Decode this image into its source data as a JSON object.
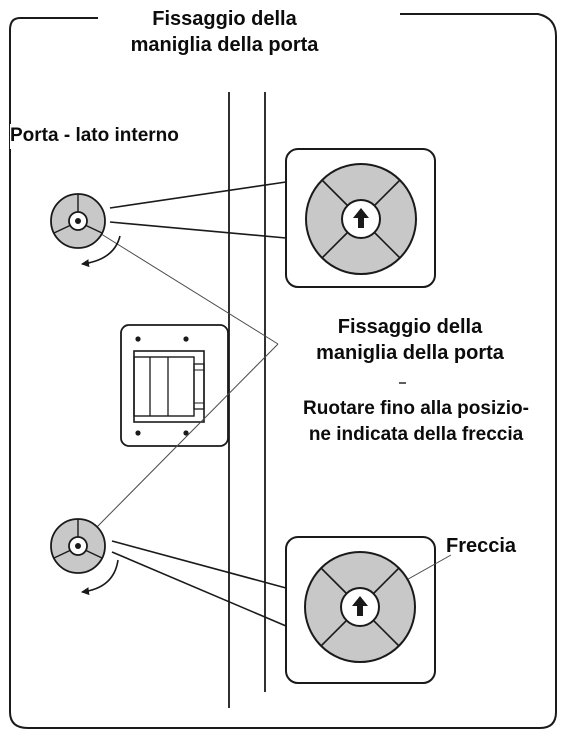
{
  "labels": {
    "title_line1": "Fissaggio della",
    "title_line2": "maniglia della porta",
    "door_inside": "Porta - lato interno",
    "fixing_line1": "Fissaggio della",
    "fixing_line2": "maniglia della porta",
    "rotate_line1": "Ruotare fino alla posizio-",
    "rotate_line2": "ne indicata della freccia",
    "arrow": "Freccia"
  },
  "colors": {
    "line": "#1a1a1a",
    "knob_fill": "#c8c8c8",
    "background": "#ffffff"
  }
}
